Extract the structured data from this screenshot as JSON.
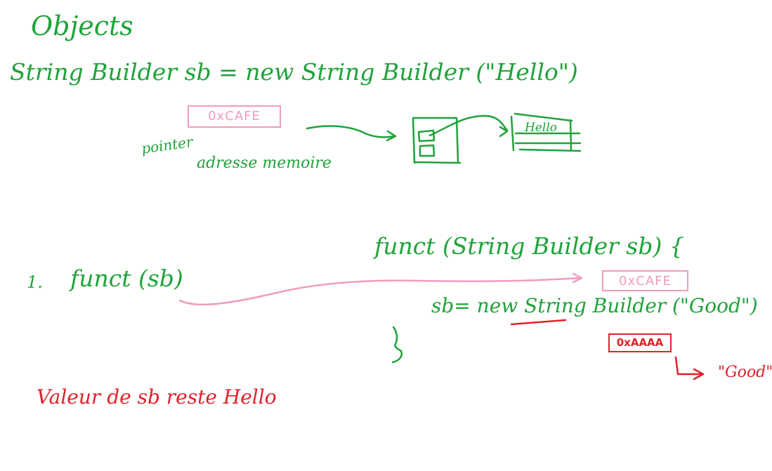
{
  "title": "Objects",
  "declaration": "String Builder sb = new String Builder (\"Hello\")",
  "address_original": "0xCAFE",
  "pointer_label": "pointer",
  "memory_address_label": "adresse memoire",
  "memory_value": "Hello",
  "function_signature": "funct (String Builder sb) {",
  "call_number": "1.",
  "call": "funct (sb)",
  "param_address": "0xCAFE",
  "reassignment": "sb= new String Builder (\"Good\")",
  "new_address": "0xAAAA",
  "new_value": "\"Good\"",
  "conclusion": "Valeur de sb reste Hello",
  "colors": {
    "code": "#1fa33a",
    "address": "#f19ac0",
    "emphasis": "#e2202a"
  }
}
